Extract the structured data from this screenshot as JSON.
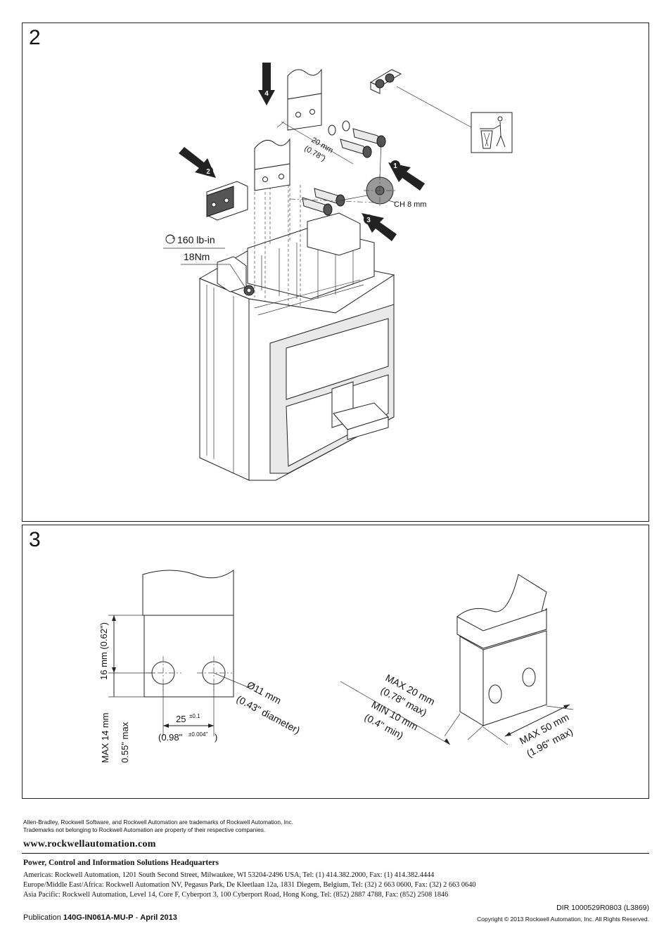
{
  "step2": {
    "number": "2",
    "dim_spacing": "20 mm",
    "dim_spacing_in": "(0.78\")",
    "callout_1": "1",
    "callout_2": "2",
    "callout_3": "3",
    "callout_4": "4",
    "wrench_size": "CH 8 mm",
    "torque_lbin": "160 lb-in",
    "torque_nm": "18Nm",
    "icons": [
      "torque-icon",
      "recycle-bin-icon",
      "arrow-icon"
    ]
  },
  "step3": {
    "number": "3",
    "dim_height": "16 mm (0.62\")",
    "dim_max_label": "MAX 14 mm",
    "dim_max_in": "0.55\" max",
    "dim_hole_spacing": "25",
    "dim_hole_tol": "±0.1",
    "dim_hole_spacing_in": "(0.98\"",
    "dim_hole_tol_in": "±0.004\"",
    "dim_hole_close": ")",
    "hole_diameter": "Ø11 mm",
    "hole_diameter_in": "(0.43\" diameter)",
    "max_thickness": "MAX 20 mm",
    "max_thickness_in": "(0.78\" max)",
    "min_thickness": "MIN 10 mm",
    "min_thickness_in": "(0.4\" min)",
    "max_width": "MAX 50 mm",
    "max_width_in": "(1.96\" max)"
  },
  "footer": {
    "trademark_line1": "Allen-Bradley, Rockwell Software, and Rockwell Automation are trademarks of Rockwell Automation, Inc.",
    "trademark_line2": "Trademarks not belonging to Rockwell Automation are property of their respective companies.",
    "website": "www.rockwellautomation.com",
    "hq_title": "Power, Control and Information Solutions Headquarters",
    "address_americas": "Americas: Rockwell Automation, 1201 South Second Street, Milwaukee, WI 53204-2496 USA, Tel: (1) 414.382.2000, Fax: (1) 414.382.4444",
    "address_emea": "Europe/Middle East/Africa: Rockwell Automation NV, Pegasus Park, De Kleetlaan 12a, 1831 Diegem, Belgium, Tel: (32) 2 663 0600, Fax: (32) 2 663 0640",
    "address_asia": "Asia Pacific: Rockwell Automation, Level 14, Core F, Cyberport 3, 100 Cyberport Road, Hong Kong, Tel: (852) 2887 4788, Fax: (852) 2508 1846",
    "dir_number": "DIR 1000529R0803 (L3869)",
    "publication_prefix": "Publication ",
    "publication_number": "140G-IN061A-MU-P",
    "publication_sep": " - ",
    "publication_date": "April 2013",
    "copyright": "Copyright © 2013 Rockwell Automation, Inc. All Rights Reserved."
  }
}
